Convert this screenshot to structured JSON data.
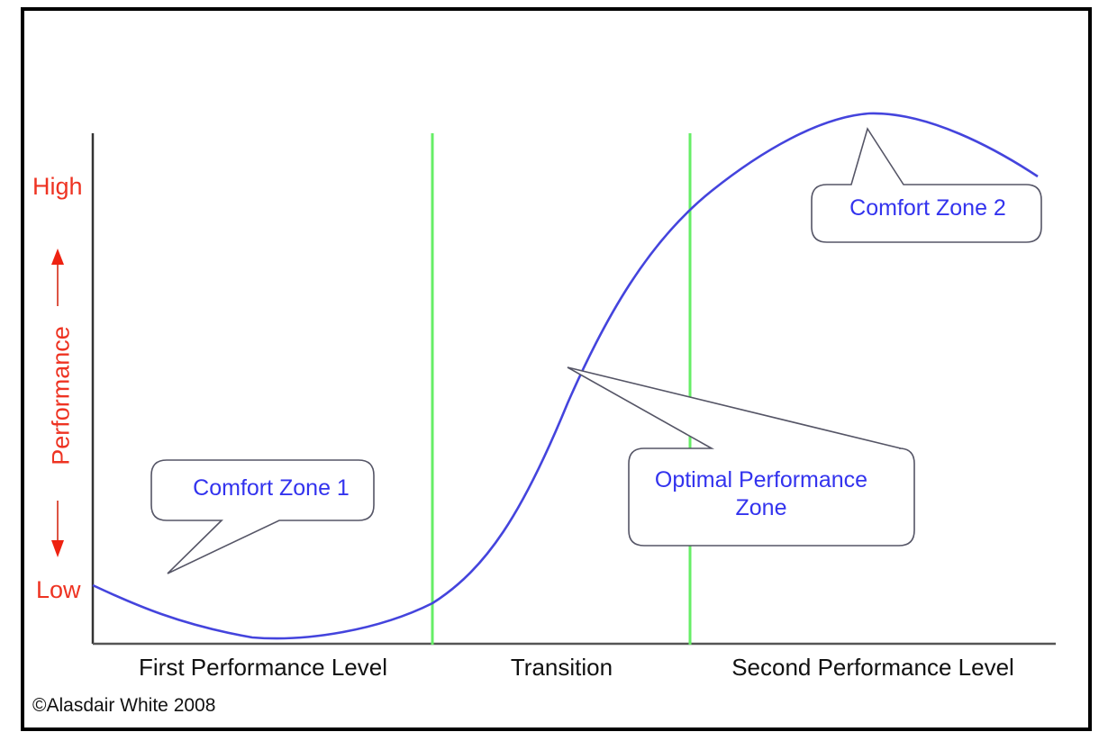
{
  "figure": {
    "copyright": "©Alasdair White 2008",
    "colors": {
      "curve": "#4444dd",
      "divider": "#66ee66",
      "axis_label": "#ee3322",
      "callout_text": "#3333ee",
      "callout_border": "#555566",
      "axis_line": "#333333",
      "border": "#000000"
    }
  },
  "y_axis": {
    "high_label": "High",
    "low_label": "Low",
    "title": "Performance",
    "up_arrow": "arrow-up-icon",
    "down_arrow": "arrow-down-icon"
  },
  "x_axis": {
    "segments": [
      {
        "label": "First Performance Level"
      },
      {
        "label": "Transition"
      },
      {
        "label": "Second Performance Level"
      }
    ]
  },
  "callouts": [
    {
      "id": "comfort-zone-1",
      "label": "Comfort Zone 1"
    },
    {
      "id": "optimal-performance-zone",
      "label": "Optimal Performance\nZone"
    },
    {
      "id": "comfort-zone-2",
      "label": "Comfort Zone 2"
    }
  ],
  "chart_data": {
    "type": "line",
    "title": "",
    "xlabel": "",
    "ylabel": "Performance",
    "x_tick_labels": [
      "First Performance Level",
      "Transition",
      "Second Performance Level"
    ],
    "y_tick_labels": [
      "Low",
      "High"
    ],
    "grid": false,
    "legend": "none",
    "xlim": [
      103,
      1172
    ],
    "ylim": [
      715,
      148
    ],
    "series": [
      {
        "name": "Performance curve",
        "comment": "S-curve: dips below first comfort plateau, rises steeply through transition, peaks in second comfort zone, then eases down",
        "points": [
          [
            103,
            650
          ],
          [
            160,
            676
          ],
          [
            220,
            697
          ],
          [
            280,
            708
          ],
          [
            340,
            707
          ],
          [
            400,
            699
          ],
          [
            440,
            688
          ],
          [
            480,
            670
          ],
          [
            520,
            640
          ],
          [
            560,
            588
          ],
          [
            600,
            512
          ],
          [
            630,
            448
          ],
          [
            660,
            400
          ],
          [
            700,
            340
          ],
          [
            740,
            282
          ],
          [
            780,
            238
          ],
          [
            820,
            198
          ],
          [
            860,
            168
          ],
          [
            900,
            145
          ],
          [
            940,
            130
          ],
          [
            965,
            126
          ],
          [
            1000,
            130
          ],
          [
            1040,
            143
          ],
          [
            1080,
            160
          ],
          [
            1120,
            180
          ],
          [
            1152,
            196
          ]
        ]
      }
    ],
    "vertical_dividers": [
      {
        "x": 480,
        "color": "#66ee66",
        "meaning": "start of transition"
      },
      {
        "x": 766,
        "color": "#66ee66",
        "meaning": "end of transition"
      }
    ],
    "annotations": [
      {
        "text": "Comfort Zone 1",
        "target_x": 186,
        "target_y": 637
      },
      {
        "text": "Optimal Performance Zone",
        "target_x": 630,
        "target_y": 408
      },
      {
        "text": "Comfort Zone 2",
        "target_x": 963,
        "target_y": 143
      }
    ]
  }
}
